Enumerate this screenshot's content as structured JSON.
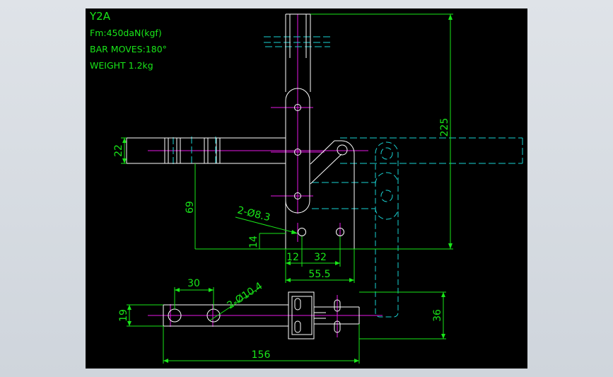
{
  "notes": {
    "title": "Y2A",
    "force": "Fm:450daN(kgf)",
    "bar_moves": "BAR MOVES:180°",
    "weight": "WEIGHT 1.2kg"
  },
  "dimensions": {
    "d225": "225",
    "d22": "22",
    "d69": "69",
    "d14": "14",
    "d12": "12",
    "d32": "32",
    "d555": "55.5",
    "hole_small": "2-Ø8.3",
    "hole_large": "2-Ø10.4",
    "d30": "30",
    "d19": "19",
    "d36": "36",
    "d156": "156"
  },
  "colors": {
    "background": "#000000",
    "outline": "#ffffff",
    "dimension": "#19e619",
    "centerline": "#e619e6",
    "hidden": "#19d2d2"
  }
}
